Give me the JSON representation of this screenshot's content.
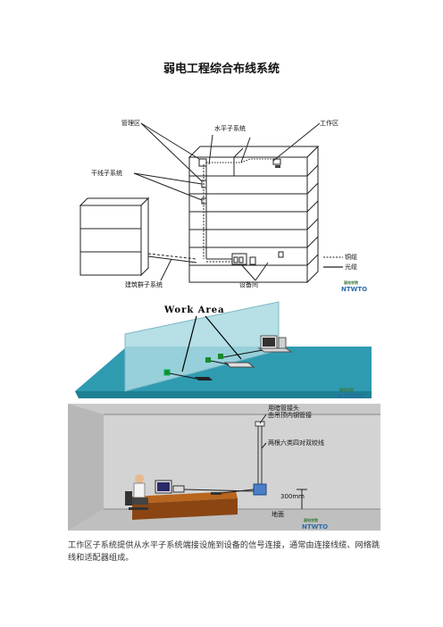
{
  "document": {
    "title": "弱电工程综合布线系统",
    "caption": "工作区子系统提供从水平子系统端接设施到设备的信号连接，通常由连接线缆、网络跳线和适配器组成。"
  },
  "figure1": {
    "labels": {
      "management_area": "管理区",
      "horizontal_subsystem": "水平子系统",
      "work_area": "工作区",
      "backbone_subsystem": "干线子系统",
      "building_group_subsystem": "建筑群子系统",
      "equipment_room": "设备间"
    },
    "legend": {
      "copper": "铜缆",
      "fiber": "光缆"
    },
    "logo_text": "NTWTO",
    "logo_sub": "弱电学院"
  },
  "figure2": {
    "heading": "Work Area",
    "logo_text": "NTWTO",
    "logo_sub": "弱电学院"
  },
  "figure3": {
    "label_top_1": "用暗管接头",
    "label_top_2": "由吊顶内钢管接",
    "label_cable": "两根六类四对双绞线",
    "label_height": "300mm",
    "label_floor": "地面",
    "logo_text": "NTWTO",
    "logo_sub": "弱电学院"
  },
  "colors": {
    "floor": "#2f9bb1",
    "glass": "#a9d9e2",
    "room": "#c9c9c9"
  }
}
